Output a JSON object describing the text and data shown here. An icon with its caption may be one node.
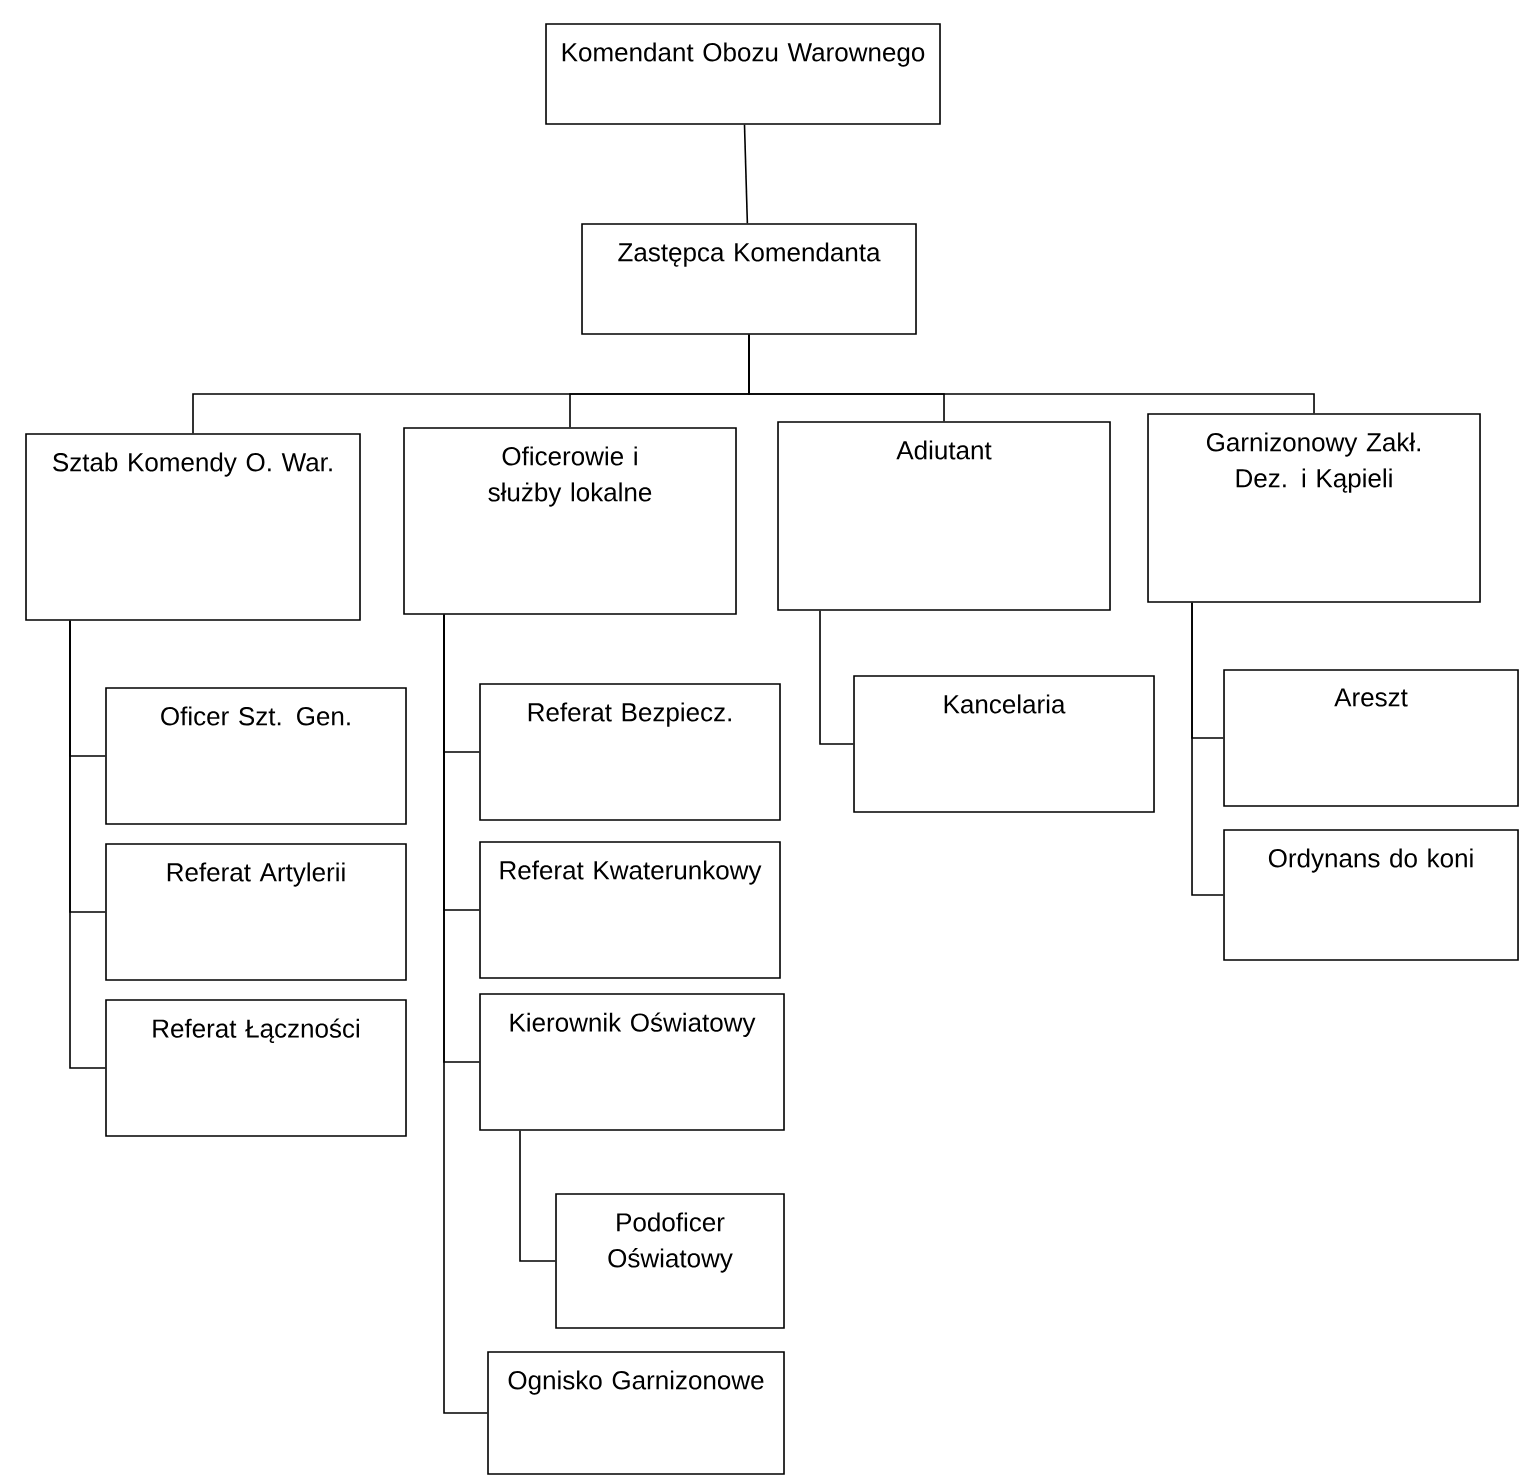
{
  "diagram": {
    "nodes": [
      {
        "text": [
          "Komendant Obozu Warownego"
        ]
      },
      {
        "text": [
          "Zastępca Komendanta"
        ]
      },
      {
        "text": [
          "Sztab Komendy O. War."
        ]
      },
      {
        "text": [
          "Oficerowie i służby lokalne"
        ]
      },
      {
        "text": [
          "Adiutant"
        ]
      },
      {
        "text": [
          "Garnizonowy Zakł. Dez. i Kąpieli"
        ]
      },
      {
        "text": [
          "Oficer Szt. Gen."
        ]
      },
      {
        "text": [
          "Referat Artylerii"
        ]
      },
      {
        "text": [
          "Referat Łączności"
        ]
      },
      {
        "text": [
          "Referat Bezpiecz."
        ]
      },
      {
        "text": [
          "Referat Kwaterunkowy"
        ]
      },
      {
        "text": [
          "Kierownik Oświatowy"
        ]
      },
      {
        "text": [
          "Podoficer Oświatowy"
        ]
      },
      {
        "text": [
          "Ognisko Garnizonowe"
        ]
      },
      {
        "text": [
          "Kancelaria"
        ]
      },
      {
        "text": [
          "Areszt"
        ]
      },
      {
        "text": [
          "Ordynans do koni"
        ]
      }
    ],
    "edges": [
      {
        "from": 0,
        "to": 1,
        "arrow": "none"
      },
      {
        "from": 1,
        "to": 2,
        "arrow": "none"
      },
      {
        "from": 1,
        "to": 3,
        "arrow": "none"
      },
      {
        "from": 1,
        "to": 4,
        "arrow": "none"
      },
      {
        "from": 1,
        "to": 5,
        "arrow": "none"
      },
      {
        "from": 2,
        "to": 6,
        "arrow": "none"
      },
      {
        "from": 2,
        "to": 7,
        "arrow": "none"
      },
      {
        "from": 2,
        "to": 8,
        "arrow": "none"
      },
      {
        "from": 3,
        "to": 9,
        "arrow": "none"
      },
      {
        "from": 3,
        "to": 10,
        "arrow": "none"
      },
      {
        "from": 3,
        "to": 11,
        "arrow": "none"
      },
      {
        "from": 11,
        "to": 12,
        "arrow": "none"
      },
      {
        "from": 3,
        "to": 13,
        "arrow": "none"
      },
      {
        "from": 4,
        "to": 14,
        "arrow": "none"
      },
      {
        "from": 5,
        "to": 15,
        "arrow": "none"
      },
      {
        "from": 5,
        "to": 16,
        "arrow": "none"
      }
    ]
  }
}
